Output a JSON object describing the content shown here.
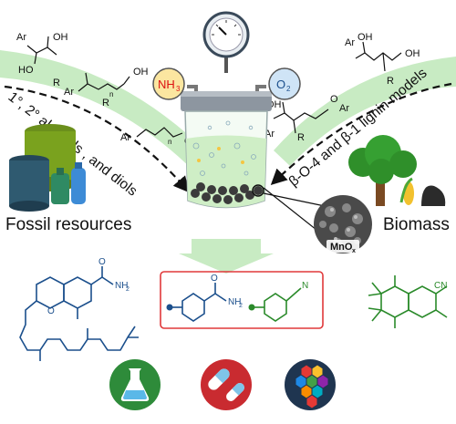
{
  "left_arc": {
    "label": "1°, 2° alcohols , and diols",
    "chem": {
      "ar": "Ar",
      "ho": "HO",
      "oh": "OH",
      "r": "R",
      "n": "n"
    }
  },
  "right_arc": {
    "label": "β-O-4 and β-1 lignin models",
    "chem": {
      "ar": "Ar",
      "o": "O",
      "oh": "OH",
      "r": "R"
    }
  },
  "reactor": {
    "gas_left": "NH",
    "gas_left_sub": "3",
    "gas_right": "O",
    "gas_right_sub": "2"
  },
  "sources": {
    "left": "Fossil resources",
    "right": "Biomass"
  },
  "catalyst": {
    "label": "MnO",
    "label_sub": "x"
  },
  "products": {
    "amide": "NH",
    "amide_sub": "2",
    "o": "O",
    "nitrile": "N",
    "cn": "CN",
    "o_ring": "O"
  },
  "colors": {
    "arc_green": "#c8ebc3",
    "reactor_green": "#cfeec6",
    "box_red": "#e0383a",
    "blue": "#1b4f8c",
    "green": "#2a8a2a"
  },
  "app_icons": [
    "flask-icon",
    "pills-icon",
    "hexagon-materials-icon"
  ]
}
